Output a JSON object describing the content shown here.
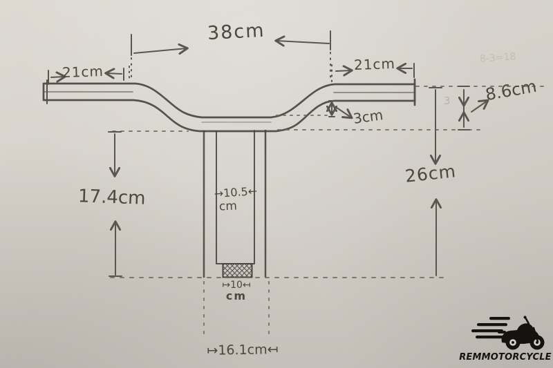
{
  "diagram": {
    "type": "hand-drawn motorcycle handlebar measurement sketch",
    "dimensions": {
      "center_width": "38cm",
      "grip_left": "21cm",
      "grip_right": "21cm",
      "rise_front": "8.6cm",
      "drop_gap": "3cm",
      "overall_rise": "26cm",
      "riser_height": "17.4cm",
      "stem_inner_width_value": "→10.5←",
      "stem_inner_width_unit": "cm",
      "clamp_width_value": "↦10↤",
      "clamp_width_unit": "cm",
      "base_width": "↦16.1cm↤"
    },
    "faint_marks": {
      "erased_note": "8-3=18",
      "erased_digit": "3"
    }
  },
  "branding": {
    "logo_text": "REMMOTORCYCLE",
    "icon": "motorcycle-icon"
  },
  "colors": {
    "paper_light": "#dedad3",
    "paper_dark": "#c5c1ba",
    "pencil_dark": "#4a453f",
    "pencil_mid": "#5a554e",
    "pencil_dash": "#6f6a62",
    "logo_ink": "#15130f"
  }
}
